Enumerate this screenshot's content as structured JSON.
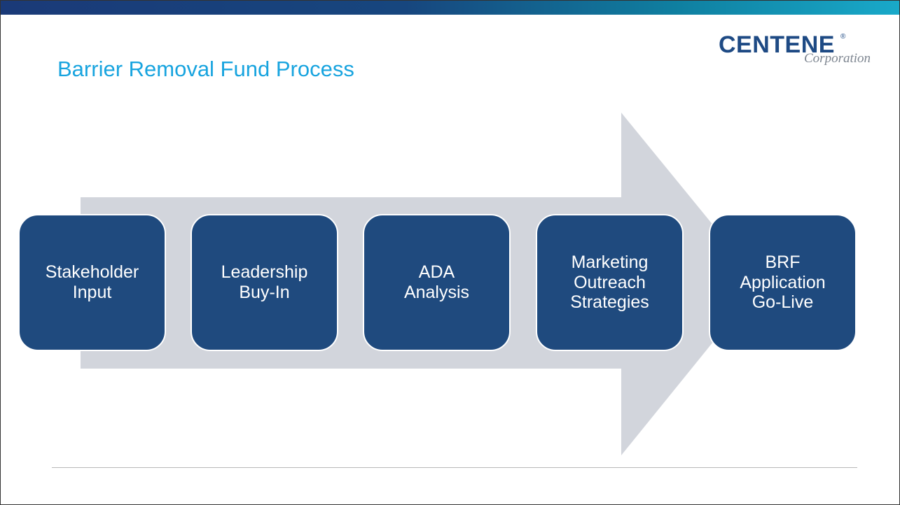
{
  "slide": {
    "title": "Barrier Removal Fund Process"
  },
  "logo": {
    "name": "CENTENE",
    "registered_mark": "®",
    "sub": "Corporation"
  },
  "process": {
    "steps": [
      {
        "label": "Stakeholder\nInput"
      },
      {
        "label": "Leadership\nBuy-In"
      },
      {
        "label": "ADA\nAnalysis"
      },
      {
        "label": "Marketing\nOutreach\nStrategies"
      },
      {
        "label": "BRF\nApplication\nGo-Live"
      }
    ]
  },
  "colors": {
    "title": "#18a4df",
    "step_fill": "#1f4a7e",
    "arrow_fill": "#d2d5dc",
    "logo": "#1e4a84"
  }
}
